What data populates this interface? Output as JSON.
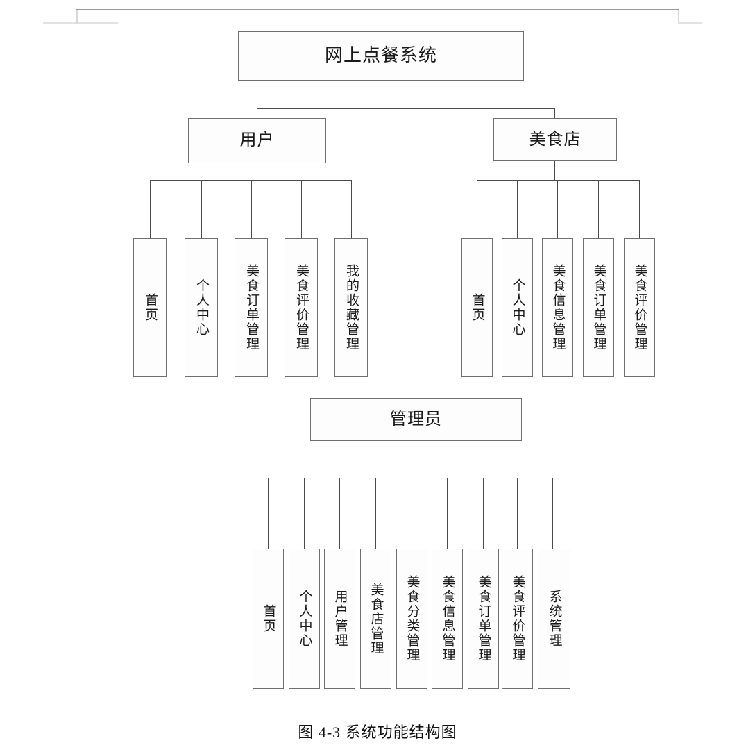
{
  "figure": {
    "caption": "图 4-3 系统功能结构图",
    "root": {
      "label": "网上点餐系统"
    },
    "branches": [
      {
        "id": "user",
        "label": "用户",
        "children": [
          {
            "label": "首页"
          },
          {
            "label": "个人中心"
          },
          {
            "label": "美食订单管理"
          },
          {
            "label": "美食评价管理"
          },
          {
            "label": "我的收藏管理"
          }
        ]
      },
      {
        "id": "shop",
        "label": "美食店",
        "children": [
          {
            "label": "首页"
          },
          {
            "label": "个人中心"
          },
          {
            "label": "美食信息管理"
          },
          {
            "label": "美食订单管理"
          },
          {
            "label": "美食评价管理"
          }
        ]
      },
      {
        "id": "admin",
        "label": "管理员",
        "children": [
          {
            "label": "首页"
          },
          {
            "label": "个人中心"
          },
          {
            "label": "用户管理"
          },
          {
            "label": "美食店管理"
          },
          {
            "label": "美食分类管理"
          },
          {
            "label": "美食信息管理"
          },
          {
            "label": "美食订单管理"
          },
          {
            "label": "美食评价管理"
          },
          {
            "label": "系统管理"
          }
        ]
      }
    ],
    "colors": {
      "box_border": "#6f6f6f",
      "connector": "#4a4a4a",
      "background": "#ffffff",
      "text": "#1a1a1a"
    }
  }
}
